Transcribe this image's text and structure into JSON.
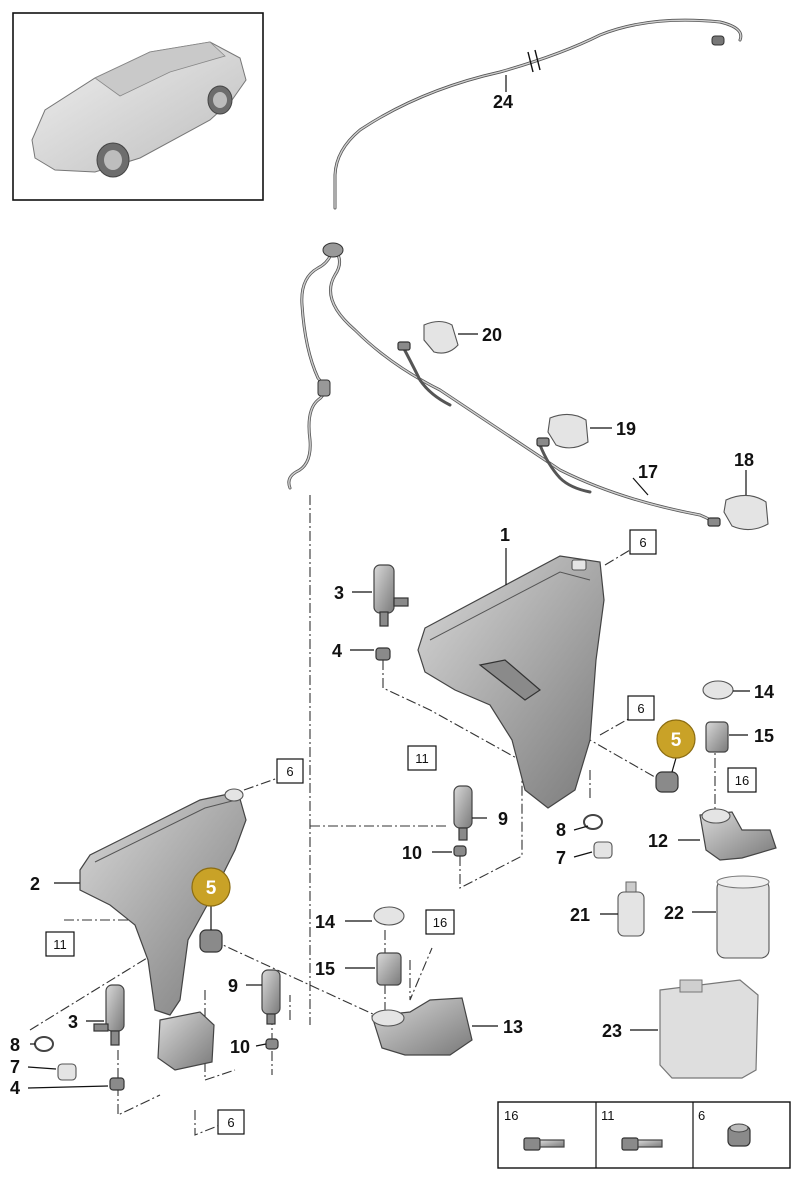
{
  "callouts": {
    "n1": "1",
    "n2": "2",
    "n3a": "3",
    "n3b": "3",
    "n4a": "4",
    "n4b": "4",
    "n5a": "5",
    "n5b": "5",
    "n7a": "7",
    "n7b": "7",
    "n8a": "8",
    "n8b": "8",
    "n9a": "9",
    "n9b": "9",
    "n10a": "10",
    "n10b": "10",
    "n12": "12",
    "n13": "13",
    "n14a": "14",
    "n14b": "14",
    "n15a": "15",
    "n15b": "15",
    "n17": "17",
    "n18": "18",
    "n19": "19",
    "n20": "20",
    "n21": "21",
    "n22": "22",
    "n23": "23",
    "n24": "24"
  },
  "ref_boxes": {
    "r6a": "6",
    "r6b": "6",
    "r6c": "6",
    "r6d": "6",
    "r11a": "11",
    "r11b": "11",
    "r16a": "16",
    "r16b": "16"
  },
  "legend": {
    "c1": "16",
    "c2": "11",
    "c3": "6"
  },
  "colors": {
    "highlight": "#c9a227",
    "line": "#111111",
    "part": "#b8b8b8"
  }
}
